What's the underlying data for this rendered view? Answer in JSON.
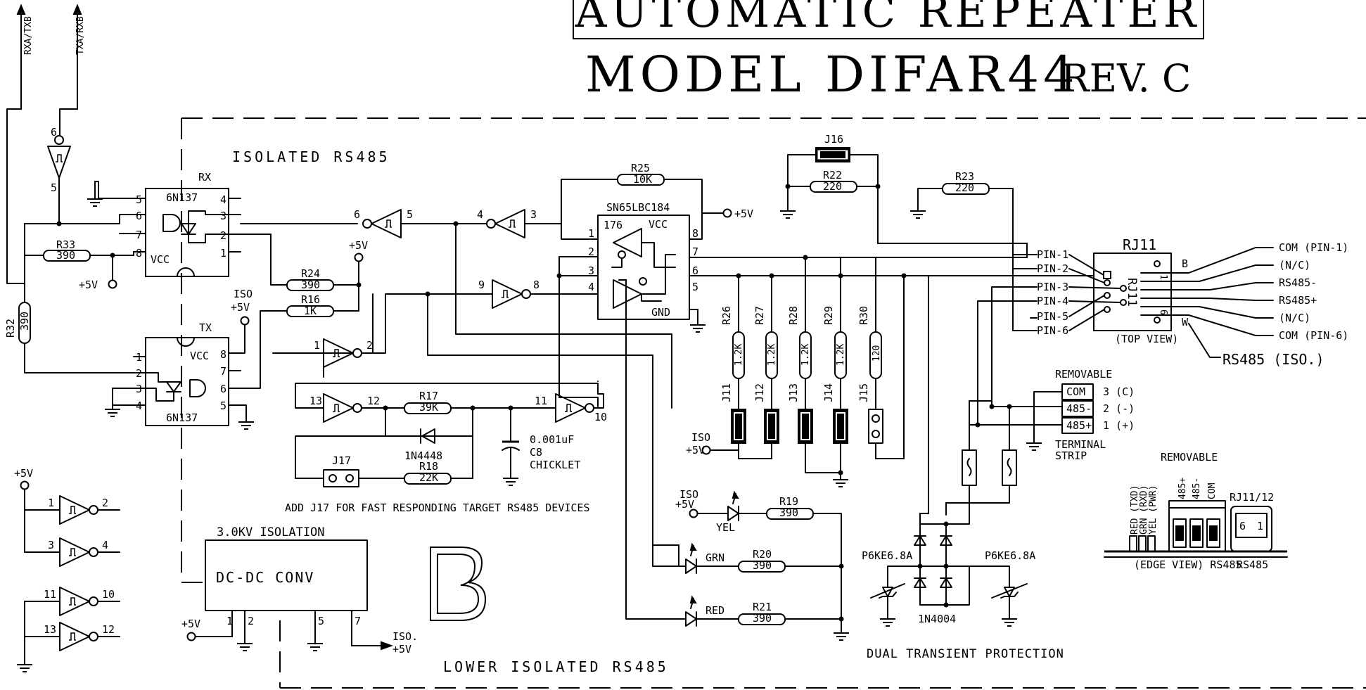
{
  "title": {
    "line1": "AUTOMATIC REPEATER",
    "model": "MODEL DIFAR44",
    "rev": "REV. C"
  },
  "signals": {
    "rxa_txb": "RXA/TXB",
    "txa_rxb": "TXA/RXB"
  },
  "sections": {
    "isolated": "ISOLATED RS485",
    "lower": "LOWER ISOLATED RS485",
    "isolation": "3.0KV ISOLATION",
    "dcdc": "DC-DC CONV",
    "transient": "DUAL TRANSIENT PROTECTION",
    "note_j17": "ADD J17 FOR FAST RESPONDING TARGET RS485 DEVICES",
    "board_letter": "B"
  },
  "power": {
    "p5v": "+5V",
    "iso": "ISO",
    "iso_p5v": "ISO.",
    "gnd": "GND",
    "vcc": "VCC"
  },
  "optos": {
    "rx": "RX",
    "tx": "TX",
    "part": "6N137"
  },
  "transceiver": {
    "part": "SN65LBC184",
    "pin176": "176"
  },
  "resistors": {
    "R25": [
      "R25",
      "10K"
    ],
    "R22": [
      "R22",
      "220"
    ],
    "R23": [
      "R23",
      "220"
    ],
    "R33": [
      "R33",
      "390"
    ],
    "R24": [
      "R24",
      "390"
    ],
    "R16": [
      "R16",
      "1K"
    ],
    "R32": [
      "R32",
      "390"
    ],
    "R17": [
      "R17",
      "39K"
    ],
    "R18": [
      "R18",
      "22K"
    ],
    "R26": [
      "R26",
      "1.2K"
    ],
    "R27": [
      "R27",
      "1.2K"
    ],
    "R28": [
      "R28",
      "1.2K"
    ],
    "R29": [
      "R29",
      "1.2K"
    ],
    "R30": [
      "R30",
      "120"
    ],
    "R19": [
      "R19",
      "390"
    ],
    "R20": [
      "R20",
      "390"
    ],
    "R21": [
      "R21",
      "390"
    ]
  },
  "jumpers": {
    "J16": "J16",
    "J17": "J17",
    "J11": "J11",
    "J12": "J12",
    "J13": "J13",
    "J14": "J14",
    "J15": "J15"
  },
  "diodes": {
    "d1": "1N4448",
    "d2": "1N4004",
    "tvs": "P6KE6.8A"
  },
  "cap": {
    "value": "0.001uF",
    "name": "C8",
    "type": "CHICKLET"
  },
  "leds": {
    "yel": "YEL",
    "grn": "GRN",
    "red": "RED"
  },
  "rj11": {
    "title": "RJ11",
    "top_view": "(TOP VIEW)",
    "body": "RJ11",
    "iso_label": "RS485 (ISO.)",
    "pins_left": [
      "PIN-1",
      "PIN-2",
      "PIN-3",
      "PIN-4",
      "PIN-5",
      "PIN-6"
    ],
    "pins_right": [
      "COM (PIN-1)",
      "(N/C)",
      "RS485-",
      "RS485+",
      "(N/C)",
      "COM (PIN-6)"
    ],
    "mark_1": "1",
    "mark_6": "6",
    "mark_b": "B",
    "mark_w": "W"
  },
  "terminal": {
    "removable": "REMOVABLE",
    "strip1": "TERMINAL",
    "strip2": "STRIP",
    "rows": [
      {
        "label": "COM",
        "num": "3 (C)"
      },
      {
        "label": "485-",
        "num": "2 (-)"
      },
      {
        "label": "485+",
        "num": "1 (+)"
      }
    ]
  },
  "edge_view": {
    "removable": "REMOVABLE",
    "leds": [
      "RED (TXD)",
      "GRN (RXD)",
      "YEL (PWR)"
    ],
    "cols": [
      "485+",
      "485-",
      "COM"
    ],
    "rj": "RJ11/12",
    "pin6": "6",
    "pin1": "1",
    "caption": "(EDGE VIEW) RS485",
    "caption2": "RS485"
  },
  "gate_pins": {
    "g6": "6",
    "g5": "5",
    "g4": "4",
    "g3": "3",
    "g9": "9",
    "g8": "8",
    "g1": "1",
    "g2": "2",
    "g13": "13",
    "g12": "12",
    "g11": "11",
    "g10": "10"
  }
}
